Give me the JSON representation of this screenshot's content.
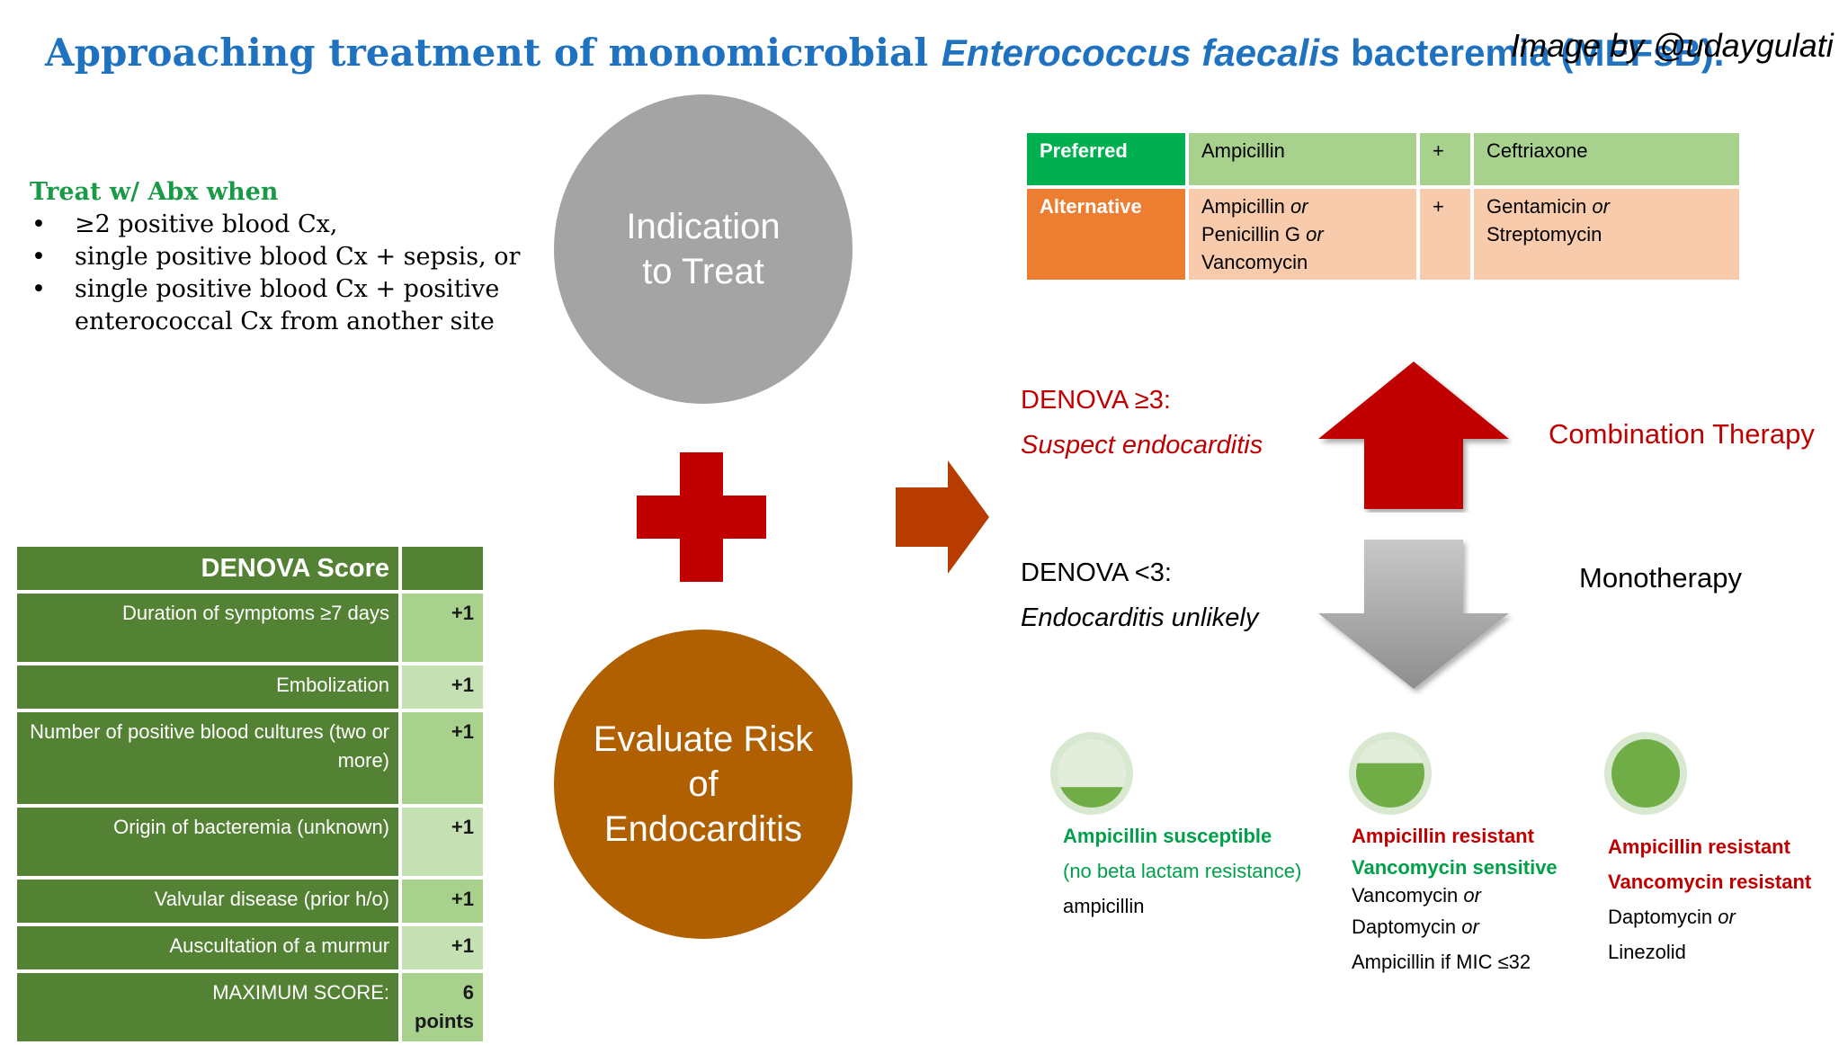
{
  "title": {
    "part1": "Approaching treatment of monomicrobial ",
    "organism": "Enterococcus faecalis",
    "part2": " bacteremia (MEFsB)."
  },
  "credit": "Image by @udaygulati",
  "treat": {
    "heading": "Treat w/ Abx when",
    "items": [
      "≥2 positive blood Cx,",
      "single positive blood Cx + sepsis, or",
      "single positive blood Cx + positive enterococcal Cx from another site"
    ]
  },
  "circles": {
    "indication": "Indication to Treat",
    "evaluate": "Evaluate Risk of Endocarditis"
  },
  "denova": {
    "header": "DENOVA Score",
    "rows": [
      {
        "label": "Duration of symptoms ≥7 days",
        "points": "+1"
      },
      {
        "label": "Embolization",
        "points": "+1"
      },
      {
        "label": "Number of positive blood cultures (two or more)",
        "points": "+1"
      },
      {
        "label": "Origin of bacteremia (unknown)",
        "points": "+1"
      },
      {
        "label": "Valvular disease (prior h/o)",
        "points": "+1"
      },
      {
        "label": "Auscultation of a murmur",
        "points": "+1"
      }
    ],
    "max_label": "MAXIMUM SCORE:",
    "max_points": "6 points"
  },
  "regimen": {
    "preferred": {
      "label": "Preferred",
      "drug_a": "Ampicillin",
      "plus": "+",
      "drug_b": "Ceftriaxone"
    },
    "alternative": {
      "label": "Alternative",
      "drug_a_1": "Ampicillin",
      "or1": "or",
      "drug_a_2": "Penicillin G",
      "or2": "or",
      "drug_a_3": "Vancomycin",
      "plus": "+",
      "drug_b_1": "Gentamicin",
      "or3": "or",
      "drug_b_2": "Streptomycin"
    }
  },
  "denova_high": {
    "line1": "DENOVA ≥3:",
    "line2": "Suspect endocarditis"
  },
  "denova_low": {
    "line1": "DENOVA <3:",
    "line2": "Endocarditis unlikely"
  },
  "combination": "Combination Therapy",
  "monotherapy": "Monotherapy",
  "susceptibility": {
    "s1": {
      "line1": "Ampicillin susceptible",
      "line2": "(no beta lactam resistance)",
      "line3": "ampicillin",
      "fill": 0.3
    },
    "s2": {
      "line1": "Ampicillin resistant",
      "line2": "Vancomycin sensitive",
      "line3": "Vancomycin",
      "or1": "or",
      "line4": "Daptomycin",
      "or2": "or",
      "line5": "Ampicillin if MIC ≤32",
      "fill": 0.65
    },
    "s3": {
      "line1": "Ampicillin resistant",
      "line2": "Vancomycin resistant",
      "line3": "Daptomycin",
      "or1": "or",
      "line4": "Linezolid",
      "fill": 1.0
    }
  },
  "colors": {
    "title": "#1f72c0",
    "green_dark": "#548235",
    "green_light": "#a9d18e",
    "red": "#c00000",
    "orange": "#ed7d31",
    "peach": "#f8cbad",
    "gray_circle": "#a4a4a4",
    "brown_circle": "#b06000"
  }
}
